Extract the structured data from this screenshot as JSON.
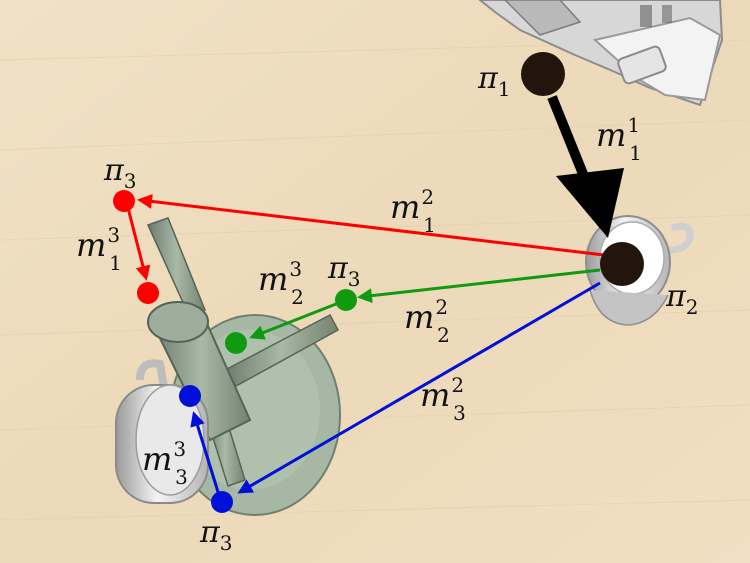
{
  "colors": {
    "floor": "#efdfc2",
    "primary_edge": "#000000",
    "red_branch": "#ff0000",
    "green_branch": "#109a10",
    "blue_branch": "#0010d8",
    "primary_node": "#24150c"
  },
  "labels": {
    "pi1": {
      "sym": "π",
      "sub": "1"
    },
    "pi2": {
      "sym": "π",
      "sub": "2"
    },
    "pi3_red": {
      "sym": "π",
      "sub": "3"
    },
    "pi3_green": {
      "sym": "π",
      "sub": "3"
    },
    "pi3_blue": {
      "sym": "π",
      "sub": "3"
    },
    "m1_1": {
      "sym": "m",
      "sub": "1",
      "sup": "1"
    },
    "m1_2": {
      "sym": "m",
      "sub": "1",
      "sup": "2"
    },
    "m2_2": {
      "sym": "m",
      "sub": "2",
      "sup": "2"
    },
    "m3_2": {
      "sym": "m",
      "sub": "3",
      "sup": "2"
    },
    "m1_3": {
      "sym": "m",
      "sub": "1",
      "sup": "3"
    },
    "m2_3": {
      "sym": "m",
      "sub": "2",
      "sup": "3"
    },
    "m3_3": {
      "sym": "m",
      "sub": "3",
      "sup": "3"
    }
  }
}
